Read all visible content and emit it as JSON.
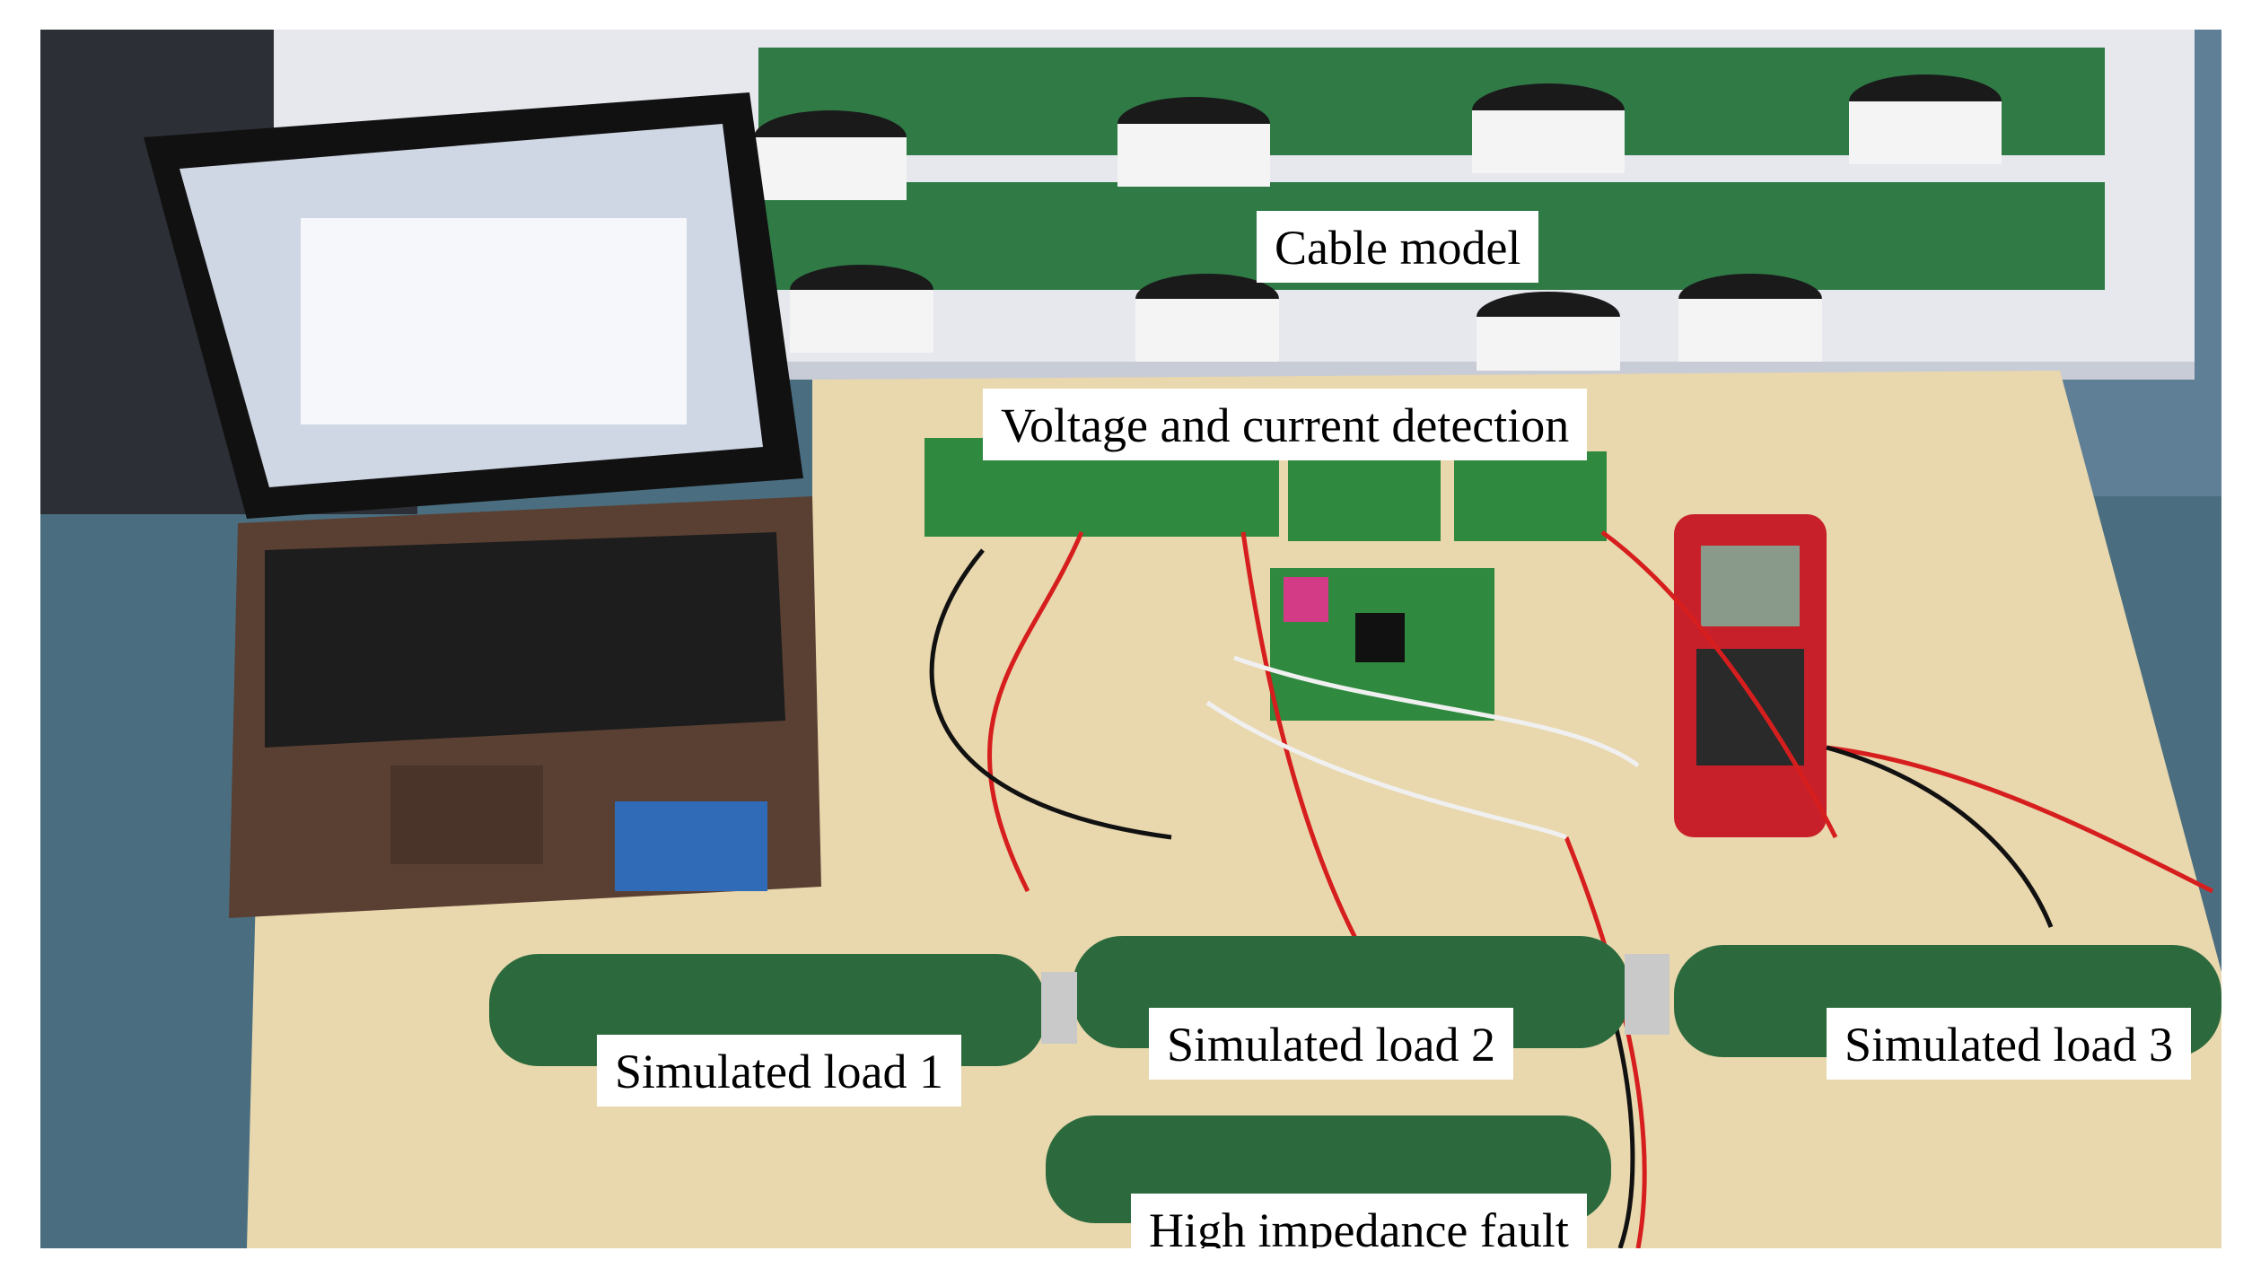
{
  "labels": {
    "cable_model": "Cable model",
    "voltage_current_detection": "Voltage and current detection",
    "simulated_load_1": "Simulated load 1",
    "simulated_load_2": "Simulated load 2",
    "simulated_load_3": "Simulated load 3",
    "high_impedance_fault": "High impedance fault"
  },
  "colors": {
    "table": "#e9d7ad",
    "cabinet": "#e6e8ee",
    "pcb_green": "#2f8a3f",
    "resistor_green": "#2c6a3e",
    "wire_red": "#d61e1e",
    "wire_black": "#111111",
    "multimeter_red": "#c8202a",
    "laptop_body": "#5a4033"
  },
  "objects": [
    {
      "name": "laptop",
      "icon": "laptop-icon"
    },
    {
      "name": "cable-model-capacitors",
      "icon": "capacitor-icon"
    },
    {
      "name": "detection-boards",
      "icon": "pcb-icon"
    },
    {
      "name": "controller-board",
      "icon": "pcb-icon"
    },
    {
      "name": "multimeter",
      "icon": "multimeter-icon"
    },
    {
      "name": "resistor-loads",
      "icon": "resistor-icon"
    }
  ]
}
